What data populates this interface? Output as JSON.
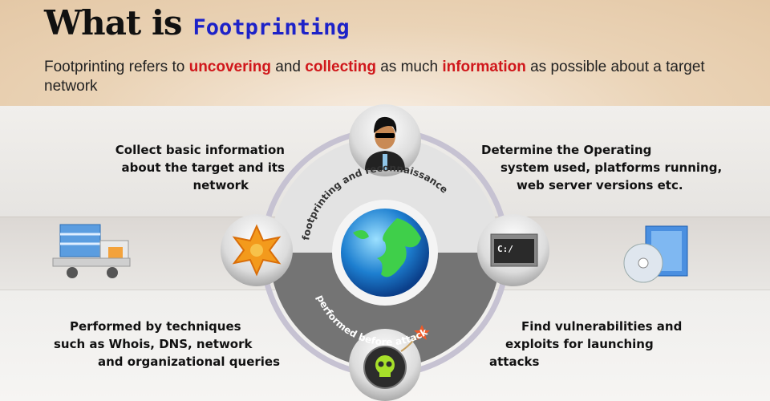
{
  "title": {
    "prefix": "What is",
    "highlight": "Footprinting"
  },
  "description": {
    "parts": [
      "Footprinting refers to ",
      "uncovering",
      " and ",
      "collecting",
      " as much ",
      "information",
      " as possible about a target network"
    ],
    "highlight_color": "#d0171b"
  },
  "diagram": {
    "upper_arc_text": "footprinting and reconnaissance",
    "lower_arc_text": "performed before attack",
    "center_icon": "globe-icon",
    "nodes": [
      {
        "icon": "hacker-avatar-icon",
        "position": "top"
      },
      {
        "icon": "orange-star-icon",
        "position": "left"
      },
      {
        "icon": "command-prompt-icon",
        "position": "right",
        "label": "C:/"
      },
      {
        "icon": "skull-bomb-icon",
        "position": "bottom"
      }
    ],
    "side_icons": [
      "server-truck-icon",
      "cd-disk-icon"
    ]
  },
  "blocks": {
    "top_left": [
      "Collect basic information",
      "about the target and its",
      "network"
    ],
    "top_right": [
      "Determine the Operating",
      "system used, platforms running,",
      "web server versions etc."
    ],
    "bottom_left": [
      "Performed by techniques",
      "such as Whois, DNS, network",
      "and organizational queries"
    ],
    "bottom_right": [
      "Find vulnerabilities and",
      "exploits for launching",
      "attacks"
    ]
  }
}
